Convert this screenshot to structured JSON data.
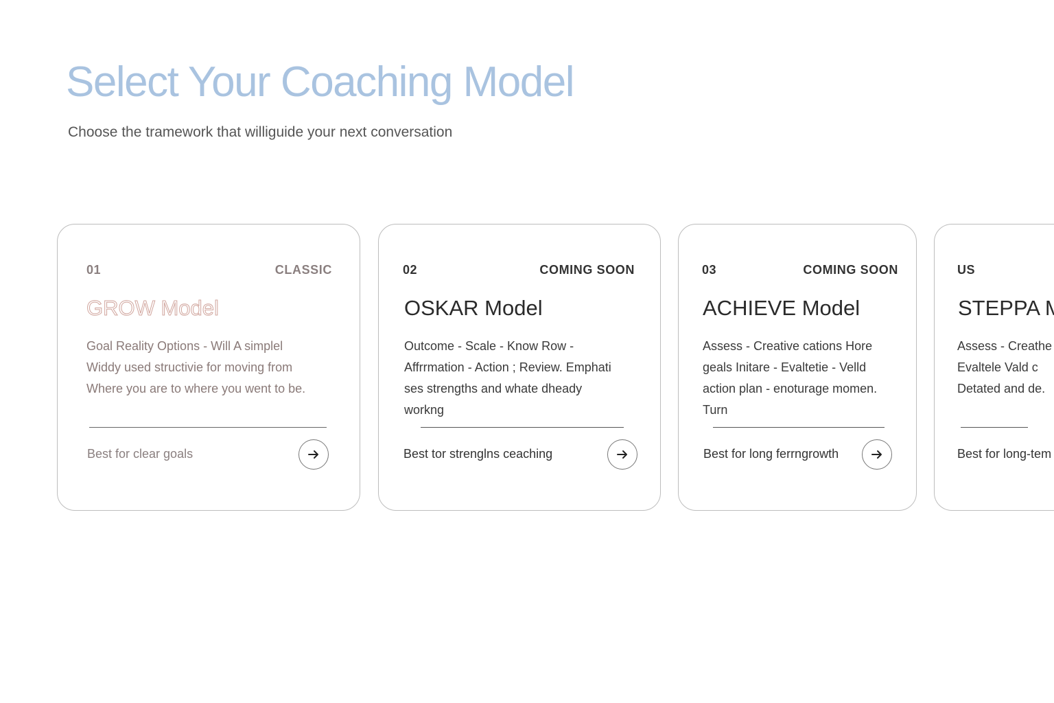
{
  "header": {
    "title": "Select Your Coaching Model",
    "subtitle": "Choose the tramework that williguide your next conversation"
  },
  "cards": [
    {
      "number": "01",
      "tag": "CLASSIC",
      "title": "GROW Model",
      "desc": [
        "Goal    Reality    Options  -  Will   A  simplel",
        "Widdy used structivie for moving from",
        "Where you are to where you went to be."
      ],
      "footer": "Best for clear goals"
    },
    {
      "number": "02",
      "tag": "COMING  SOON",
      "title": "OSKAR Model",
      "desc": [
        "Outcome  -  Scale  -  Know Row  -",
        "Affrrmation  -  Action  ;  Review. Emphati",
        "ses strengths and whate dheady",
        "workng"
      ],
      "footer": "Best tor strenglns ceaching"
    },
    {
      "number": "03",
      "tag": "COMING  SOON",
      "title": "ACHIEVE Model",
      "desc": [
        "Assess  -  Creative cations   Hore",
        "geals    Initare  -  Evaltetie   -  Velld",
        "action plan  -  enoturage momen.",
        "Turn"
      ],
      "footer": "Best for long ferrngrowth"
    },
    {
      "number": "US",
      "tag": "",
      "title": "STEPPA M",
      "desc": [
        "Assess  -  Creathe",
        "Evaltele    Vald c",
        "Detated and de."
      ],
      "footer": "Best for long-tem"
    }
  ],
  "colors": {
    "title": "#a9c3e0",
    "card_border": "#bdbdbd"
  },
  "icons": {
    "arrow": "arrow-right-icon"
  }
}
